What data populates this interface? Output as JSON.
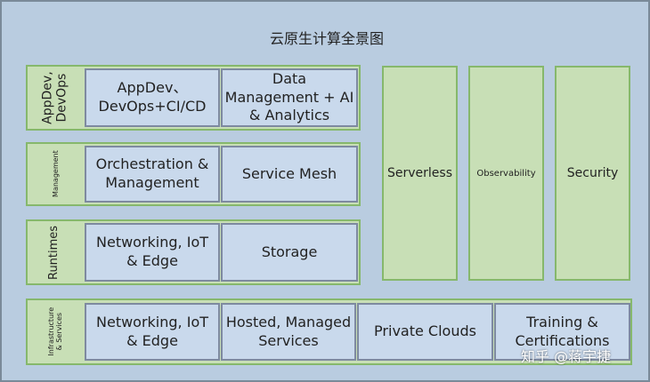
{
  "title": "云原生计算全景图",
  "layers": [
    {
      "label": "AppDev,\nDevOps",
      "boxes": [
        "AppDev、\nDevOps+CI/CD",
        "Data\nManagement + AI\n& Analytics"
      ]
    },
    {
      "label": "Management",
      "boxes": [
        "Orchestration &\nManagement",
        "Service Mesh"
      ]
    },
    {
      "label": "Runtimes",
      "boxes": [
        "Networking, IoT\n& Edge",
        "Storage"
      ]
    },
    {
      "label": "Infrastructure\n& Services",
      "boxes": [
        "Networking, IoT\n& Edge",
        "Hosted, Managed\nServices",
        "Private Clouds",
        "Training &\nCertifications"
      ]
    }
  ],
  "pillars": [
    "Serverless",
    "Observability",
    "Security"
  ],
  "watermark": "知乎 @蒋宇捷"
}
